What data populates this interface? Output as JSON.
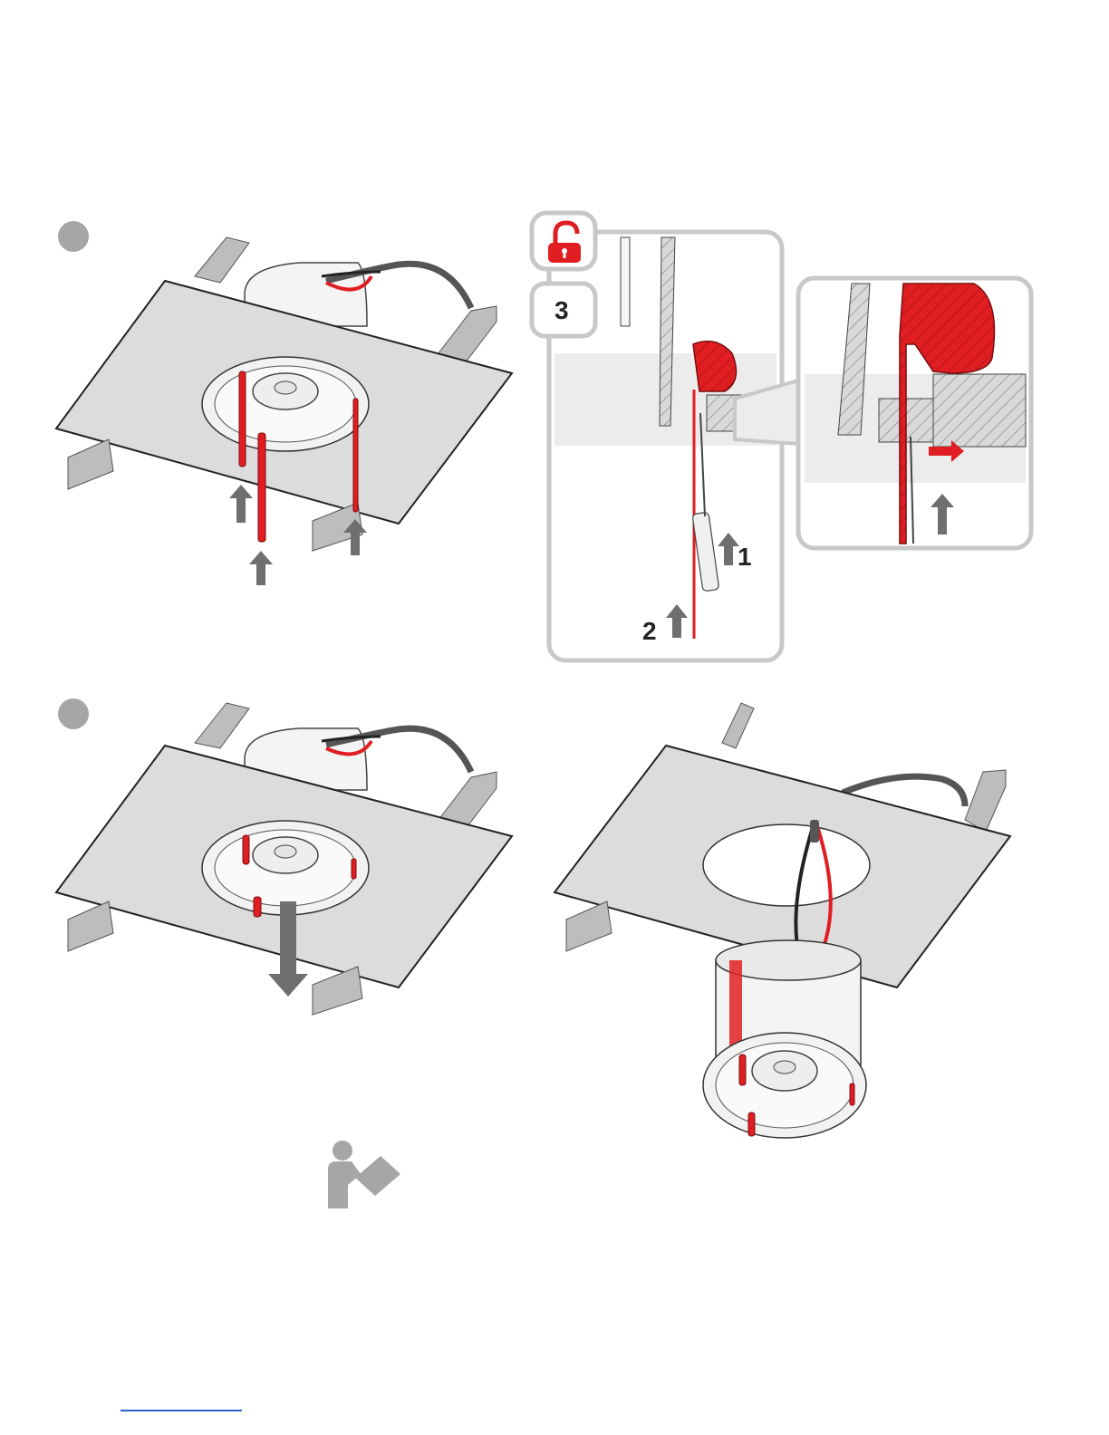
{
  "colors": {
    "accent_red": "#e01e22",
    "step_dot": "#a6a6a6",
    "panel_border": "#c8c8c8",
    "ceiling": "#dcdcdc",
    "joist": "#bdbdbd",
    "arrow": "#6f6f6f"
  },
  "steps": [
    {
      "number": ""
    },
    {
      "number": ""
    }
  ],
  "detail": {
    "lock_icon": "unlock-icon",
    "step_number": "3",
    "action_1": "1",
    "action_2": "2"
  },
  "footer": {
    "manual_icon": "read-manual-icon"
  }
}
